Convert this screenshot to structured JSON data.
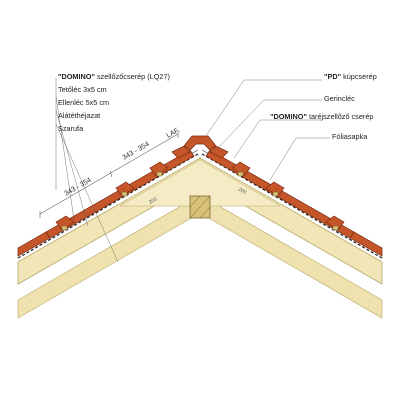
{
  "labels": {
    "domino_strong": "\"DOMINO\"",
    "domino_rest": " szellőzőcserép (LQ27)",
    "tetolec": "Tetőléc 3x5 cm",
    "ellenlec": "Ellenléc 5x5 cm",
    "alatethejazat": "Alátéthéjazat",
    "szarufa": "Szarufa",
    "pd_strong": "\"PD\"",
    "pd_rest": " kúpcserép",
    "gerinclec": "Gerincléc",
    "domino2_strong": "\"DOMINO\"",
    "domino2_rest": " taréjszellőző cserép",
    "foliasapka": "Fóliasapka"
  },
  "dimensions": {
    "lower": "343 - 354",
    "upper": "343 - 354",
    "laf": "LAF.",
    "small_left": "200",
    "small_right": "200"
  },
  "colors": {
    "tile": "#c4562a",
    "tile_edge": "#7a2a10",
    "timber": "#f2e6b8",
    "timber_edge": "#b8a868",
    "wood_block": "#d8c27a",
    "line": "#222222"
  }
}
